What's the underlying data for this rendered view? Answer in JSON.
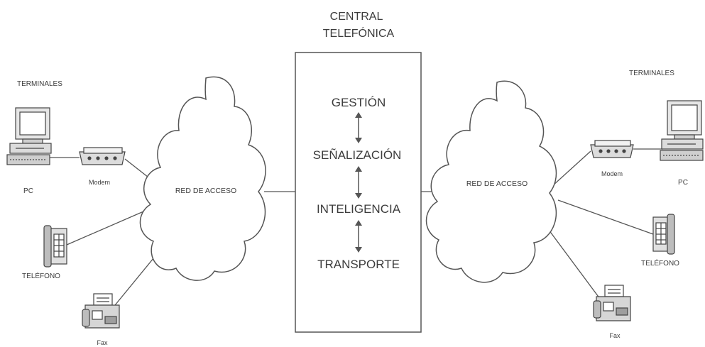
{
  "central": {
    "title_line1": "CENTRAL",
    "title_line2": "TELEFÓNICA",
    "layers": [
      "GESTIÓN",
      "SEÑALIZACIÓN",
      "INTELIGENCIA",
      "TRANSPORTE"
    ]
  },
  "left": {
    "header": "TERMINALES",
    "network_label": "RED DE ACCESO",
    "pc_label": "PC",
    "modem_label": "Modem",
    "phone_label": "TELÉFONO",
    "fax_label": "Fax"
  },
  "right": {
    "header": "TERMINALES",
    "network_label": "RED DE ACCESO",
    "pc_label": "PC",
    "modem_label": "Modem",
    "phone_label": "TELÉFONO",
    "fax_label": "Fax"
  },
  "icons": [
    "pc-icon",
    "modem-icon",
    "telephone-icon",
    "fax-icon",
    "cloud-icon",
    "double-arrow-icon"
  ]
}
